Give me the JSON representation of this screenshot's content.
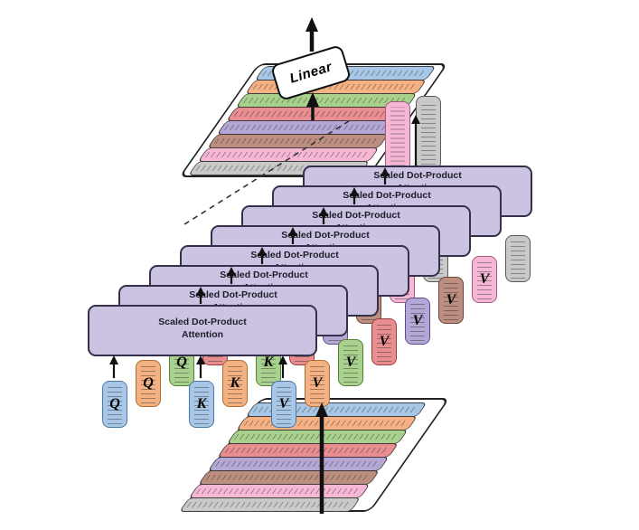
{
  "diagram": {
    "linear_label": "Linear",
    "attention_box": {
      "line1": "Scaled Dot-Product",
      "line2": "Attention"
    },
    "num_heads": 8,
    "qkv_labels": {
      "q": "Q",
      "k": "K",
      "v": "V"
    },
    "visible_labels": {
      "q_heads": 3,
      "k_heads": 3,
      "v_heads": 7
    },
    "attention_fill": "#CBC3E1",
    "attention_border": "#35304C",
    "heads": [
      {
        "name": "head-1",
        "color": "#A8C7E7",
        "border": "#4878A8"
      },
      {
        "name": "head-2",
        "color": "#F4B183",
        "border": "#B06F2E"
      },
      {
        "name": "head-3",
        "color": "#A9D18E",
        "border": "#538135"
      },
      {
        "name": "head-4",
        "color": "#E88E90",
        "border": "#9E3B3E"
      },
      {
        "name": "head-5",
        "color": "#B4A7D6",
        "border": "#5B4B8A"
      },
      {
        "name": "head-6",
        "color": "#BC8E80",
        "border": "#6E4436"
      },
      {
        "name": "head-7",
        "color": "#F5B7D4",
        "border": "#A05C80"
      },
      {
        "name": "head-8",
        "color": "#C9C9C9",
        "border": "#595959"
      }
    ],
    "input_stripes": [
      "#A8C7E7",
      "#F4B183",
      "#A9D18E",
      "#E88E90",
      "#B4A7D6",
      "#BC8E80",
      "#F5B7D4",
      "#C9C9C9"
    ],
    "output_stripes": [
      "#A8C7E7",
      "#F4B183",
      "#A9D18E",
      "#E88E90",
      "#B4A7D6",
      "#BC8E80",
      "#F5B7D4",
      "#C9C9C9"
    ],
    "extra_pills": [
      {
        "name": "tall-pill-1",
        "color": "#F5B7D4",
        "border": "#A05C80"
      },
      {
        "name": "tall-pill-2",
        "color": "#C9C9C9",
        "border": "#595959"
      }
    ]
  }
}
